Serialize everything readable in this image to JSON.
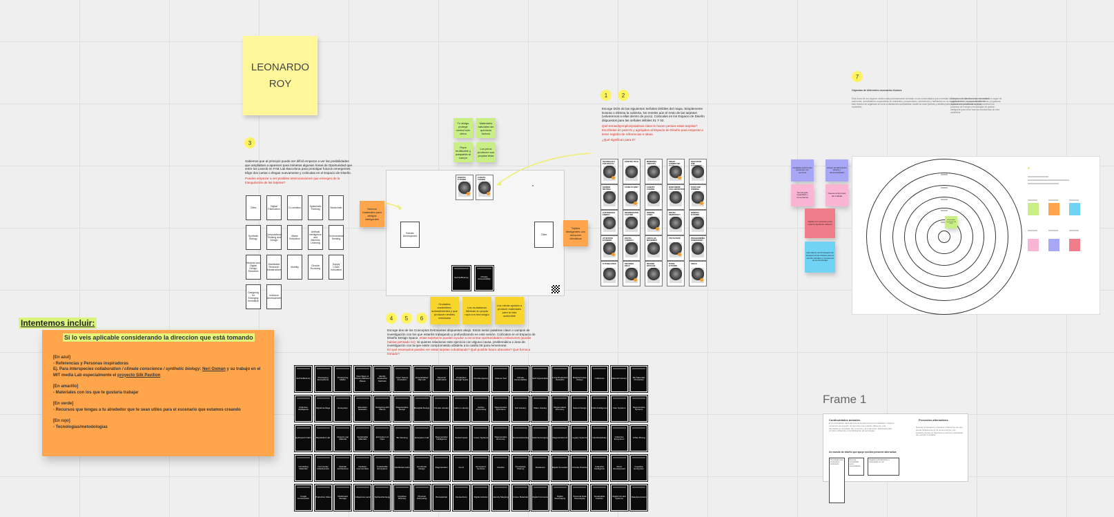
{
  "sticky_name": "LEONARDO ROY",
  "badges": [
    "1",
    "2",
    "3",
    "4",
    "5",
    "6",
    "7"
  ],
  "intent": {
    "heading": "Intentemos incluir:",
    "subtitle": "Si lo veis aplicable considerando la direccion que está tomando",
    "azul_h": "[En azul]",
    "azul_1": "- Referencias y Personas inspiradoras",
    "azul_2a": "Ej. Para ",
    "azul_2b": "Interspecies collaboration / climate conscience / synthetic biology",
    "azul_2c": ": ",
    "azul_2d": "Neri Oxman",
    "azul_2e": " y su trabajo en el MIT media Lab especialmente el ",
    "azul_2f": "proyecto Silk Pavilion",
    "amarillo_h": "[En amarillo]",
    "amarillo_1": "- Materiales con los que te gustaria trabajar",
    "verde_h": "[En verde]",
    "verde_1": "- Recursos que tengas a tu alrededor que te sean utiles para el escenario que estamos creando",
    "rojo_h": "[En rojo]",
    "rojo_1": "- Tecnologias/metodologias"
  },
  "step3": {
    "text": "Sabemos que al principio puede ser difícil empezar a ver las posibilidades que ampliaban a aparecer para mimetos algunas Áreas de Oportunidad que entre los Learob en FAB Lab Barcelona para prototipar futuros emergentes. Elige dos cartas o élegas nuevamente y colócalas en el Espacio de Diseño.",
    "red": "Puedes empezar a ver posibles interconexiones que emergen de la triangulación de las tarjetas?"
  },
  "area_cards": [
    "Cities",
    "Digital Fabrication",
    "Co-creation",
    "Systematic Thinking",
    "Blockchain",
    "Synthetic Biology",
    "Computational Thinking and Design",
    "Maker Education",
    "Artificial Intelligence and Machine Learning",
    "Environmental Sensing",
    "Modular and Digital Design Research",
    "Distributed Research Infrastructure",
    "Mobility",
    "Circular Economy",
    "Supply Chain Innovation",
    "Designing for Emerging Innovation",
    "Inclusion Development"
  ],
  "step12": {
    "text": "Escoge DOS de las siguientes Señales Débiles del mapa. Simplemente levanta o elimina la cubierta. No reveles aún el resto de las tarjetas! (volveremos a ellas dentro de poco). Colócalas en los Espacio de Diseño dispuestos para las señales débiles 01 Y 02.",
    "red1": "Qué temas/ejemplos/palabras clave te hacen pensar estas tarjetas? Escríbelos en post-its y agrégalos al Espacio de Diseño para empezar a tener registro de referencias e ideas.",
    "red2": "¿Qué significan para ti?"
  },
  "signal_cards": [
    "TECHNOLOGY FOR HEALTH",
    "POSITIVE TECH",
    "MEMORIES AND DATA",
    "SMART CONNECTED TECH",
    "EDUCATION FOR TOMORROW",
    "GENDER NEUTRAL",
    "LIVING PLANET",
    "CLIMATE CHANGE",
    "WORLDWIDE COLLABORATION",
    "FOOD AND FARMING",
    "SUSTAINABLE ENERGY",
    "REGENERATIVE CULTURE",
    "DIVERSE CITIES",
    "DIGITAL DEMOCRACY",
    "ROBOTIC FUTURES",
    "ATTENTION ECONOMY",
    "DIGITAL LITERACY",
    "CIRCULAR MOVEMENT",
    "TRUTH PERIL",
    "PROGRAMMING HUMAN BODY",
    "FUTURE CITIES",
    "DECODED FIELD",
    "IMAGINE PASSAGE",
    "RURAL FUTURES",
    "SPACE"
  ],
  "green_notes": [
    "Tu abrigo protege contra todo clima",
    "Materiales naturales sin químicos tóxicos",
    "Ropa reutilizable y adaptable al cuerpo",
    "Los pinos producen sus propias telas"
  ],
  "orange_note_left": "Nuevos materiales para abrigos inteligentes",
  "orange_note_right": "Tejidos inteligentes con sensores climáticos",
  "design": {
    "card_a": "Robotic Development",
    "card_b": "Cities",
    "card_c": "Self Sufficiency",
    "card_d": "Climate Accountability",
    "small_a": "ROBOTIC FUTURES",
    "small_b": "CLIMATE CHANGE"
  },
  "yellow_notes": [
    "Ciudades sostenibles, autosuficientes y que producen textiles reciclados",
    "Los ciudadanos fabrican su propia ropa con tecnología",
    "Los robots ayudan a producir materiales para la vida sostenible"
  ],
  "step456": {
    "text": "Escoge dos de los Conceptos Detonantes dispuestos abajo. Estos serán palabras clave o campos de investigación con los que estaréis trabajando y profundizando en este sesión. Colócalos en el Espacio de Diseño Design Space.",
    "red1": "estas tarjetas te pueden ayudar a encontrar oportunidades o relaciones (quizás habías pensado en).",
    "text2": "Si quieres relacionar este ejercicio con alguna causa, problemática o área de investigación con la que estés comprometido añádela a la casilla 06 para rememorar.",
    "red2": "En qué escenarios puedes ver estas tarjetas cohabitando? Qué posible futuro obtuviste? Qué forma a tomado?"
  },
  "concept_cards": [
    "Self Sufficiency",
    "Prototyping Ecosystems",
    "Prototyping Matter",
    "New Ways of Moving Between Places",
    "Identity Production Methods",
    "Open Source Innovation",
    "Decentralized City Lab",
    "Personal Fabrication",
    "Production Through Space",
    "Provide Agency",
    "Data as Tool",
    "Climate Accountability",
    "Self Organization",
    "Local Production Networks",
    "Material Future Design",
    "Craftsman",
    "Material Literacy",
    "Bio Materials Production",
    "Collective Intelligence",
    "Digital Heritage",
    "Ecosystem",
    "Education Networks",
    "Designing with Nature",
    "Regenerative Design",
    "Biodigital Design",
    "Climate Literacy",
    "Carbon Literacy",
    "Carbon Accounting",
    "Regenerative Agriculture",
    "Soil Literacy",
    "Water Literacy",
    "Regenerative Economy",
    "Natural Design",
    "Fluid Intelligence",
    "Care Systems",
    "Regenerative Systems",
    "Hydroponic Farm",
    "Bioplastics Lab",
    "Closed Loop Material",
    "Sustainable Materials",
    "Ecosystem of Care",
    "Bio Sensing",
    "Ecosystem Lab",
    "Regenerative Intelligence",
    "Social Impact",
    "Green Systems",
    "Regenerative Economy",
    "Biomanufacturing",
    "Data Sovereignty",
    "Regenerative AI",
    "Legacy Systems",
    "Interdisciplinary",
    "Collective Ecosystem",
    "Urban Mining",
    "Circulating Materials",
    "Community Infrastructure",
    "Modular Architecture",
    "Resilient Communities",
    "Sustainable Ecosystem",
    "Distributed Labs",
    "Emotional Design",
    "Regeneration",
    "Co-AI",
    "Ecosystem Services",
    "Flexible",
    "Knowledge Sharing",
    "Resilience",
    "Digital Innovation",
    "Circular Practice",
    "Collective Intelligence",
    "Rural Development",
    "Cognitive Ecosystem",
    "Frugal Construction",
    "Productive Cities",
    "Distributed Storage",
    "Indigenous Land",
    "Spiritual Ecology",
    "Cognitive Diversity",
    "Physical Computing",
    "Biomaterials",
    "Intersections",
    "Digital Activism",
    "Identity Mapping",
    "Future Materials",
    "Digital Commons",
    "Digital Sovereignty",
    "Personal Data Sovereignty",
    "Sustainable Fashion",
    "Digital Circular Systems",
    "Data Ecosystem"
  ],
  "step7": {
    "title": "Cápsulas de diferentes escenarios futuros",
    "col1": "Este futuro de los hogares verdes está profundamente centrado en las comunidades que necesitan fortalecer su resiliencia como comunidad autónoma, consolidando cooperativas de residentes, prosumidores, productores y habitantes en un espacio de red. Las comunidades de este entorno se organizan en torno a decisiones compartidas, donde se unen jóvenes y adultos para explorar nuevas formas de vida sostenible.",
    "col2": "El espacio de diseño es una herramienta a seguir de organizaciones, equipos de referencias, programas, productores y habitantes que aprovechan los procesos de energía y tecnologías de gestión inteligente para crear nuevos ecosistemas de vida sostenible."
  },
  "radar_notes": {
    "blue": [
      "Ciudades autónomas gestionan sus recursos",
      "Redes de fabricación abierta y descentralizada"
    ],
    "pink": [
      "Tecnologías reparables y comunitarias",
      "Nuevas economías del cuidado"
    ],
    "red": "Tejidos con sensores para medir la huella de carbono",
    "cyan": "Laboratorio de Prototipado de Energía Verde Urbana para el cambio climático y conciencia de la comunidad",
    "green_small": "Comunidades conscientes del clima"
  },
  "frame": {
    "label": "Frame 1",
    "h1": "Continuidades actuales.",
    "p1": "En la actualidad, dependencia de la estructura para satisfacer nuestros consumos de energía. Si tenemos una rotación diferente, una alternativa en el estado del consumo y la producción distribuida para un futuro diferente en la fabricación de tecnología.",
    "h2": "Presentes alternativos",
    "p2": "Nuevas tecnologías y espacios urbanos en los que puede fortalecerse el rol de la energía y los espacios donde se organiza el consumo distribuido de energía renovable.",
    "h3": "Un mundo de diseño que apoye nuestra presente alternativa",
    "boxes": [
      "Tecnología para el consumo consciente",
      "Energía compartida entre comunidades",
      "Hogares autosuficientes y conectados en red"
    ]
  },
  "colors": {
    "yellow": "#fff79a",
    "orange": "#ffa64d",
    "green": "#c9ee86",
    "sticky_yellow": "#f8ee74",
    "accent_red": "#e0261c"
  }
}
